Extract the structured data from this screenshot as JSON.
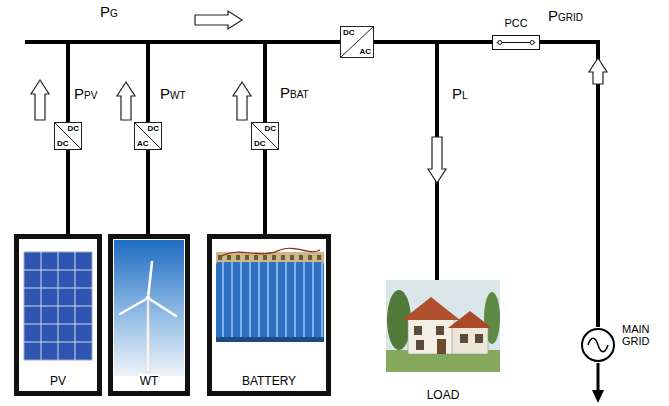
{
  "diagram": {
    "nodes": [
      {
        "text": [
          "DC",
          "DC"
        ]
      },
      {
        "text": [
          "DC",
          "AC"
        ]
      },
      {
        "text": [
          "DC",
          "DC"
        ]
      },
      {
        "text": [
          "DC",
          "AC"
        ]
      },
      {
        "text": [
          "PCC"
        ]
      },
      {
        "text": [
          "PV"
        ]
      },
      {
        "text": [
          "WT"
        ]
      },
      {
        "text": [
          "BATTERY"
        ]
      },
      {
        "text": [
          "LOAD"
        ]
      },
      {
        "text": [
          "MAIN GRID"
        ]
      }
    ],
    "edges": [
      {
        "from": 5,
        "to": 0,
        "arrow": "none"
      },
      {
        "from": 6,
        "to": 1,
        "arrow": "none"
      },
      {
        "from": 7,
        "to": 2,
        "arrow": "none"
      },
      {
        "from": 0,
        "to": 3,
        "arrow": "none"
      },
      {
        "from": 1,
        "to": 3,
        "arrow": "none"
      },
      {
        "from": 2,
        "to": 3,
        "arrow": "none"
      },
      {
        "from": 3,
        "to": 8,
        "arrow": "none"
      },
      {
        "from": 3,
        "to": 4,
        "arrow": "none"
      },
      {
        "from": 4,
        "to": 9,
        "arrow": "none"
      }
    ],
    "labels": [
      "PG",
      "PPV",
      "PWT",
      "PBAT",
      "PL",
      "PGRID"
    ]
  }
}
